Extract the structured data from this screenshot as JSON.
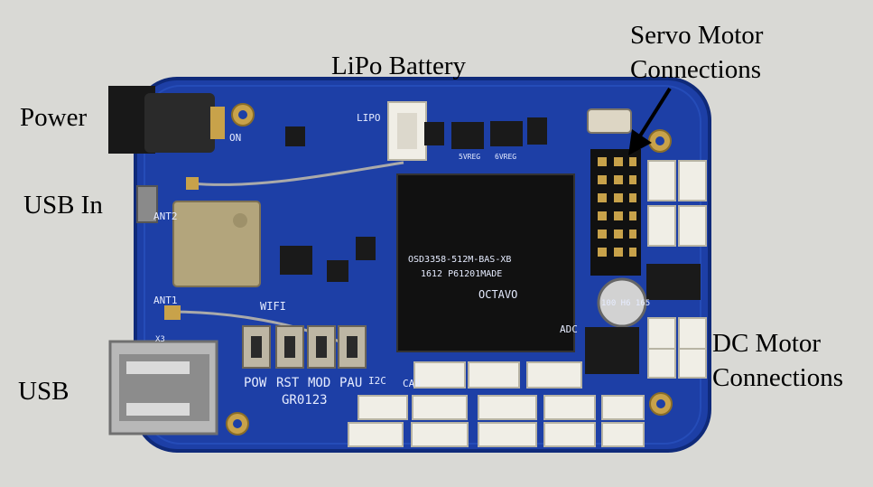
{
  "labels": {
    "power": "Power",
    "lipo_battery": "LiPo Battery",
    "servo_motor_line1": "Servo Motor",
    "servo_motor_line2": "Connections",
    "usb_in": "USB In",
    "usb": "USB",
    "dc_motor_line1": "DC Motor",
    "dc_motor_line2": "Connections"
  },
  "silkscreen": {
    "button_pow": "POW",
    "button_rst": "RST",
    "button_mod": "MOD",
    "button_pau": "PAU",
    "board_id": "GR0123",
    "wifi": "WIFI",
    "i2c": "I2C",
    "can": "CAN",
    "adc": "ADC",
    "lipo": "LIPO",
    "on": "ON",
    "ant1": "ANT1",
    "ant2": "ANT2",
    "x3": "X3",
    "vreg5": "5VREG",
    "vreg6": "6VREG",
    "chip_line1": "OSD3358-512M-BAS-XB",
    "chip_line2": "1612 P61201MADE",
    "chip_brand": "OCTAVO",
    "cap_text": "100 H6 165"
  },
  "colors": {
    "background": "#d9d9d5",
    "board": "#1d3fa6",
    "board_edge": "#0f2a7a",
    "gold": "#c8a24a",
    "label": "#000000"
  }
}
